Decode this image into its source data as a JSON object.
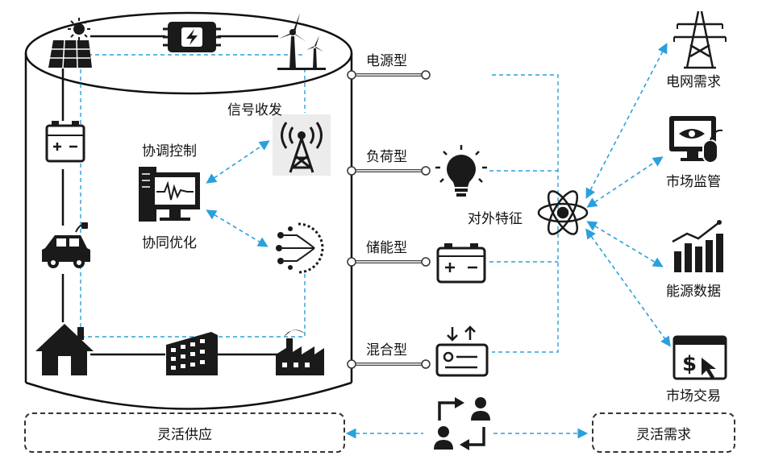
{
  "left_labels": {
    "signal": "信号收发",
    "coordination": "协调控制",
    "optimization": "协同优化"
  },
  "types": [
    "电源型",
    "负荷型",
    "储能型",
    "混合型"
  ],
  "center_label": "对外特征",
  "right_items": [
    "电网需求",
    "市场监管",
    "能源数据",
    "市场交易"
  ],
  "bottom": {
    "supply": "灵活供应",
    "demand": "灵活需求"
  },
  "colors": {
    "dash_blue": "#2aa0dc",
    "icon": "#1a1a1a"
  }
}
